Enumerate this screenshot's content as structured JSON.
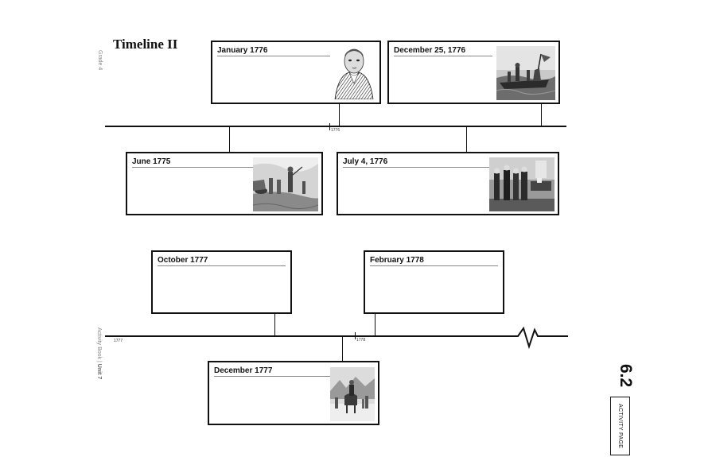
{
  "title": "Timeline II",
  "side_text_top": "Grade 4",
  "side_text_bottom": {
    "book": "Activity Book",
    "sep": " | ",
    "unit": "Unit 7"
  },
  "page_number": "6.2",
  "page_tab": "ACTIVITY PAGE",
  "timeline1": {
    "tick_label": "1776",
    "cards": [
      {
        "label": "January 1776",
        "picture": "portrait-engraving"
      },
      {
        "label": "December 25, 1776",
        "picture": "river-crossing-painting"
      },
      {
        "label": "June 1775",
        "picture": "battle-painting"
      },
      {
        "label": "July 4, 1776",
        "picture": "signing-painting"
      }
    ]
  },
  "timeline2": {
    "start_label": "1777",
    "tick_label": "1778",
    "cards": [
      {
        "label": "October 1777"
      },
      {
        "label": "February 1778"
      },
      {
        "label": "December 1777",
        "picture": "winter-camp-painting"
      }
    ]
  }
}
